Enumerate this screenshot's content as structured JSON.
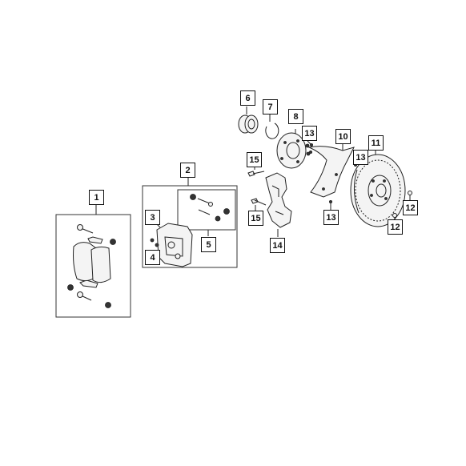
{
  "callouts": [
    "1",
    "2",
    "3",
    "4",
    "5",
    "6",
    "7",
    "8",
    "13",
    "10",
    "11",
    "13",
    "15",
    "15",
    "14",
    "13",
    "12",
    "12"
  ]
}
